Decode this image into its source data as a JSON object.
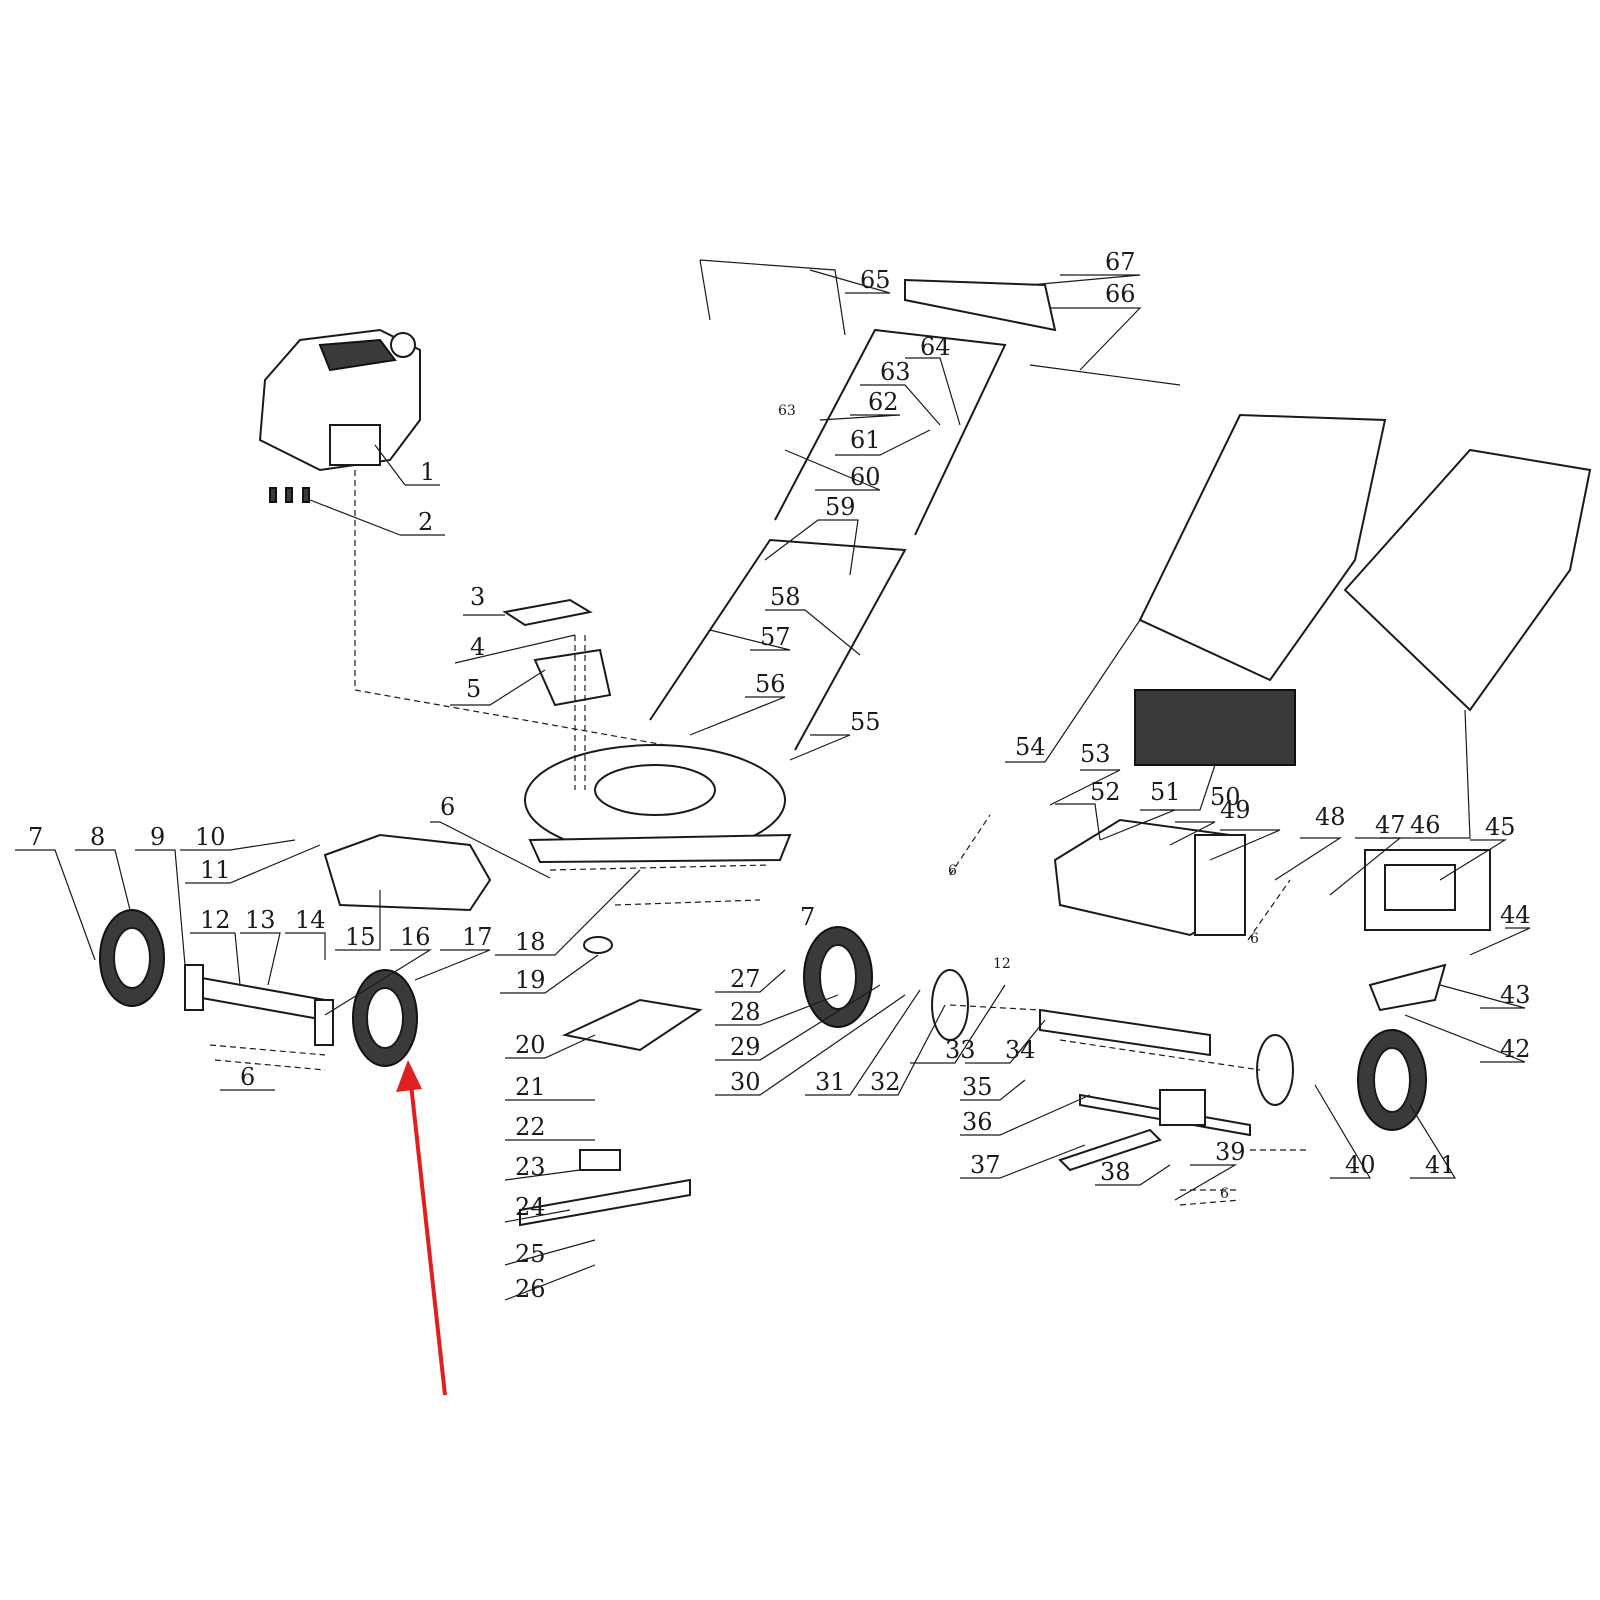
{
  "diagram": {
    "labels": [
      "1",
      "2",
      "3",
      "4",
      "5",
      "6",
      "7",
      "8",
      "9",
      "10",
      "11",
      "12",
      "13",
      "14",
      "15",
      "16",
      "17",
      "18",
      "19",
      "20",
      "21",
      "22",
      "23",
      "24",
      "25",
      "26",
      "27",
      "28",
      "29",
      "30",
      "31",
      "32",
      "33",
      "34",
      "35",
      "36",
      "37",
      "38",
      "39",
      "40",
      "41",
      "42",
      "43",
      "44",
      "45",
      "46",
      "47",
      "48",
      "49",
      "50",
      "51",
      "52",
      "53",
      "54",
      "55",
      "56",
      "57",
      "58",
      "59",
      "60",
      "61",
      "62",
      "63",
      "64",
      "65",
      "66",
      "67"
    ],
    "small_labels": [
      "63",
      "6",
      "12",
      "6",
      "6"
    ]
  },
  "colors": {
    "line": "#1a1a1a",
    "arrow": "#e02020",
    "background": "#ffffff"
  },
  "icons": {
    "highlight": "red-arrow-icon"
  }
}
